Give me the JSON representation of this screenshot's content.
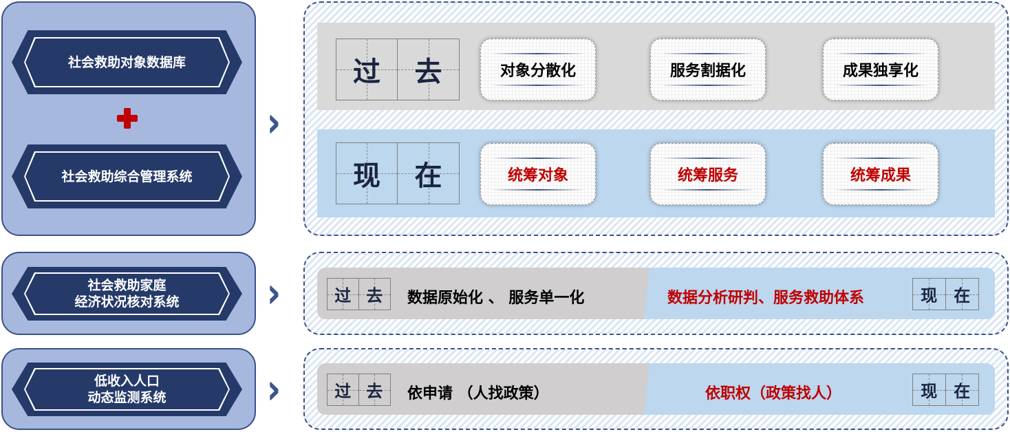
{
  "left": {
    "banner1": "社会救助对象数据库",
    "plus": "+",
    "banner2": "社会救助综合管理系统",
    "banner3": "社会救助家庭\n经济状况核对系统",
    "banner3_l1": "社会救助家庭",
    "banner3_l2": "经济状况核对系统",
    "banner4_l1": "低收入人口",
    "banner4_l2": "动态监测系统"
  },
  "labels": {
    "past": [
      "过",
      "去"
    ],
    "now": [
      "现",
      "在"
    ]
  },
  "section1": {
    "past_items": [
      "对象分散化",
      "服务割据化",
      "成果独享化"
    ],
    "now_items": [
      "统筹对象",
      "统筹服务",
      "统筹成果"
    ]
  },
  "section2": {
    "past": "数据原始化 、 服务单一化",
    "now": "数据分析研判、服务救助体系"
  },
  "section3": {
    "past": "依申请 （人找政策）",
    "now": "依职权（政策找人）"
  },
  "colors": {
    "navy": "#253a69",
    "red": "#c00000",
    "gray": "#d9d9d9",
    "lightblue": "#bdd7ee",
    "panel": "#a7b8df"
  }
}
